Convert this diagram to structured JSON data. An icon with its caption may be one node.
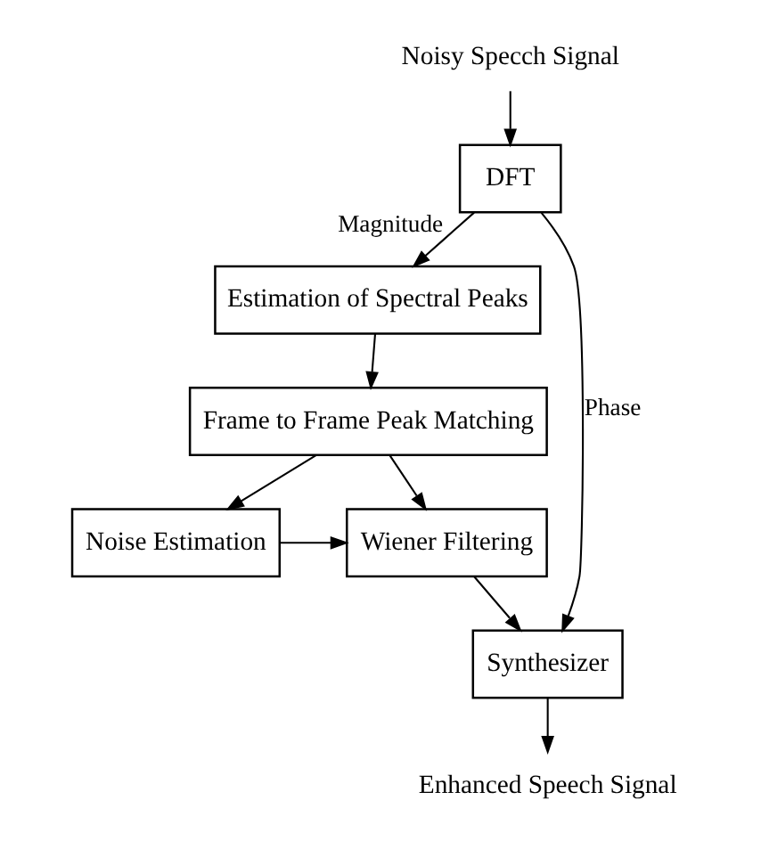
{
  "diagram": {
    "nodes": [
      {
        "text": [
          "Noisy Specch Signal"
        ]
      },
      {
        "text": [
          "DFT"
        ]
      },
      {
        "text": [
          "Estimation of Spectral Peaks"
        ]
      },
      {
        "text": [
          "Frame to Frame Peak Matching"
        ]
      },
      {
        "text": [
          "Noise Estimation"
        ]
      },
      {
        "text": [
          "Wiener Filtering"
        ]
      },
      {
        "text": [
          "Synthesizer"
        ]
      },
      {
        "text": [
          "Enhanced Speech Signal"
        ]
      }
    ],
    "edges": [
      {
        "from": 0,
        "to": 1,
        "arrow": "to"
      },
      {
        "from": 1,
        "to": 2,
        "arrow": "to",
        "label": "Magnitude"
      },
      {
        "from": 1,
        "to": 6,
        "arrow": "to",
        "label": "Phase"
      },
      {
        "from": 2,
        "to": 3,
        "arrow": "to"
      },
      {
        "from": 3,
        "to": 4,
        "arrow": "to"
      },
      {
        "from": 3,
        "to": 5,
        "arrow": "to"
      },
      {
        "from": 4,
        "to": 5,
        "arrow": "to"
      },
      {
        "from": 5,
        "to": 6,
        "arrow": "to"
      },
      {
        "from": 6,
        "to": 7,
        "arrow": "to"
      }
    ]
  }
}
